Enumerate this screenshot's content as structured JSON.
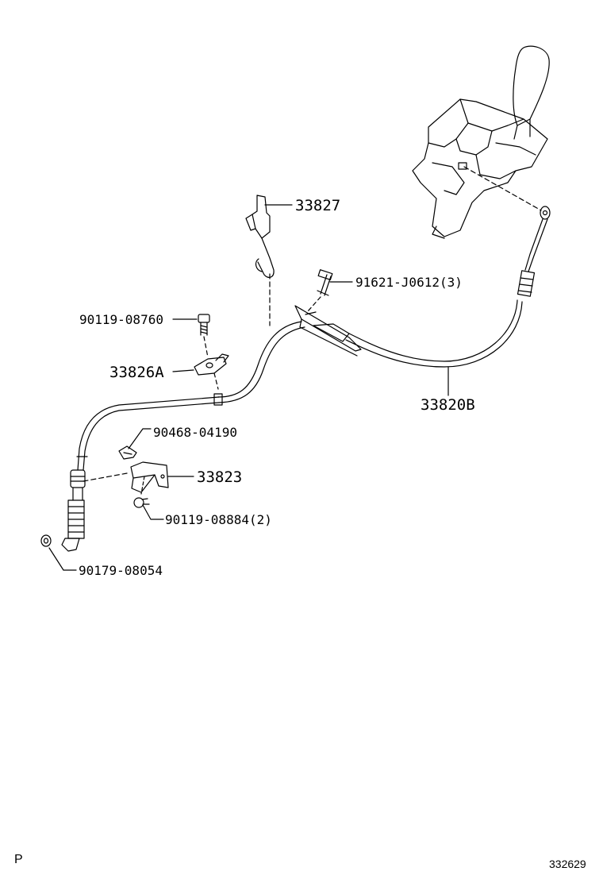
{
  "labels": {
    "p33827": "33827",
    "p91621": "91621-J0612(3)",
    "p90119a": "90119-08760",
    "p33826a": "33826A",
    "p33820b": "33820B",
    "p90468": "90468-04190",
    "p33823": "33823",
    "p90119b": "90119-08884(2)",
    "p90179": "90179-08054"
  },
  "corner": {
    "left": "P",
    "right": "332629"
  }
}
